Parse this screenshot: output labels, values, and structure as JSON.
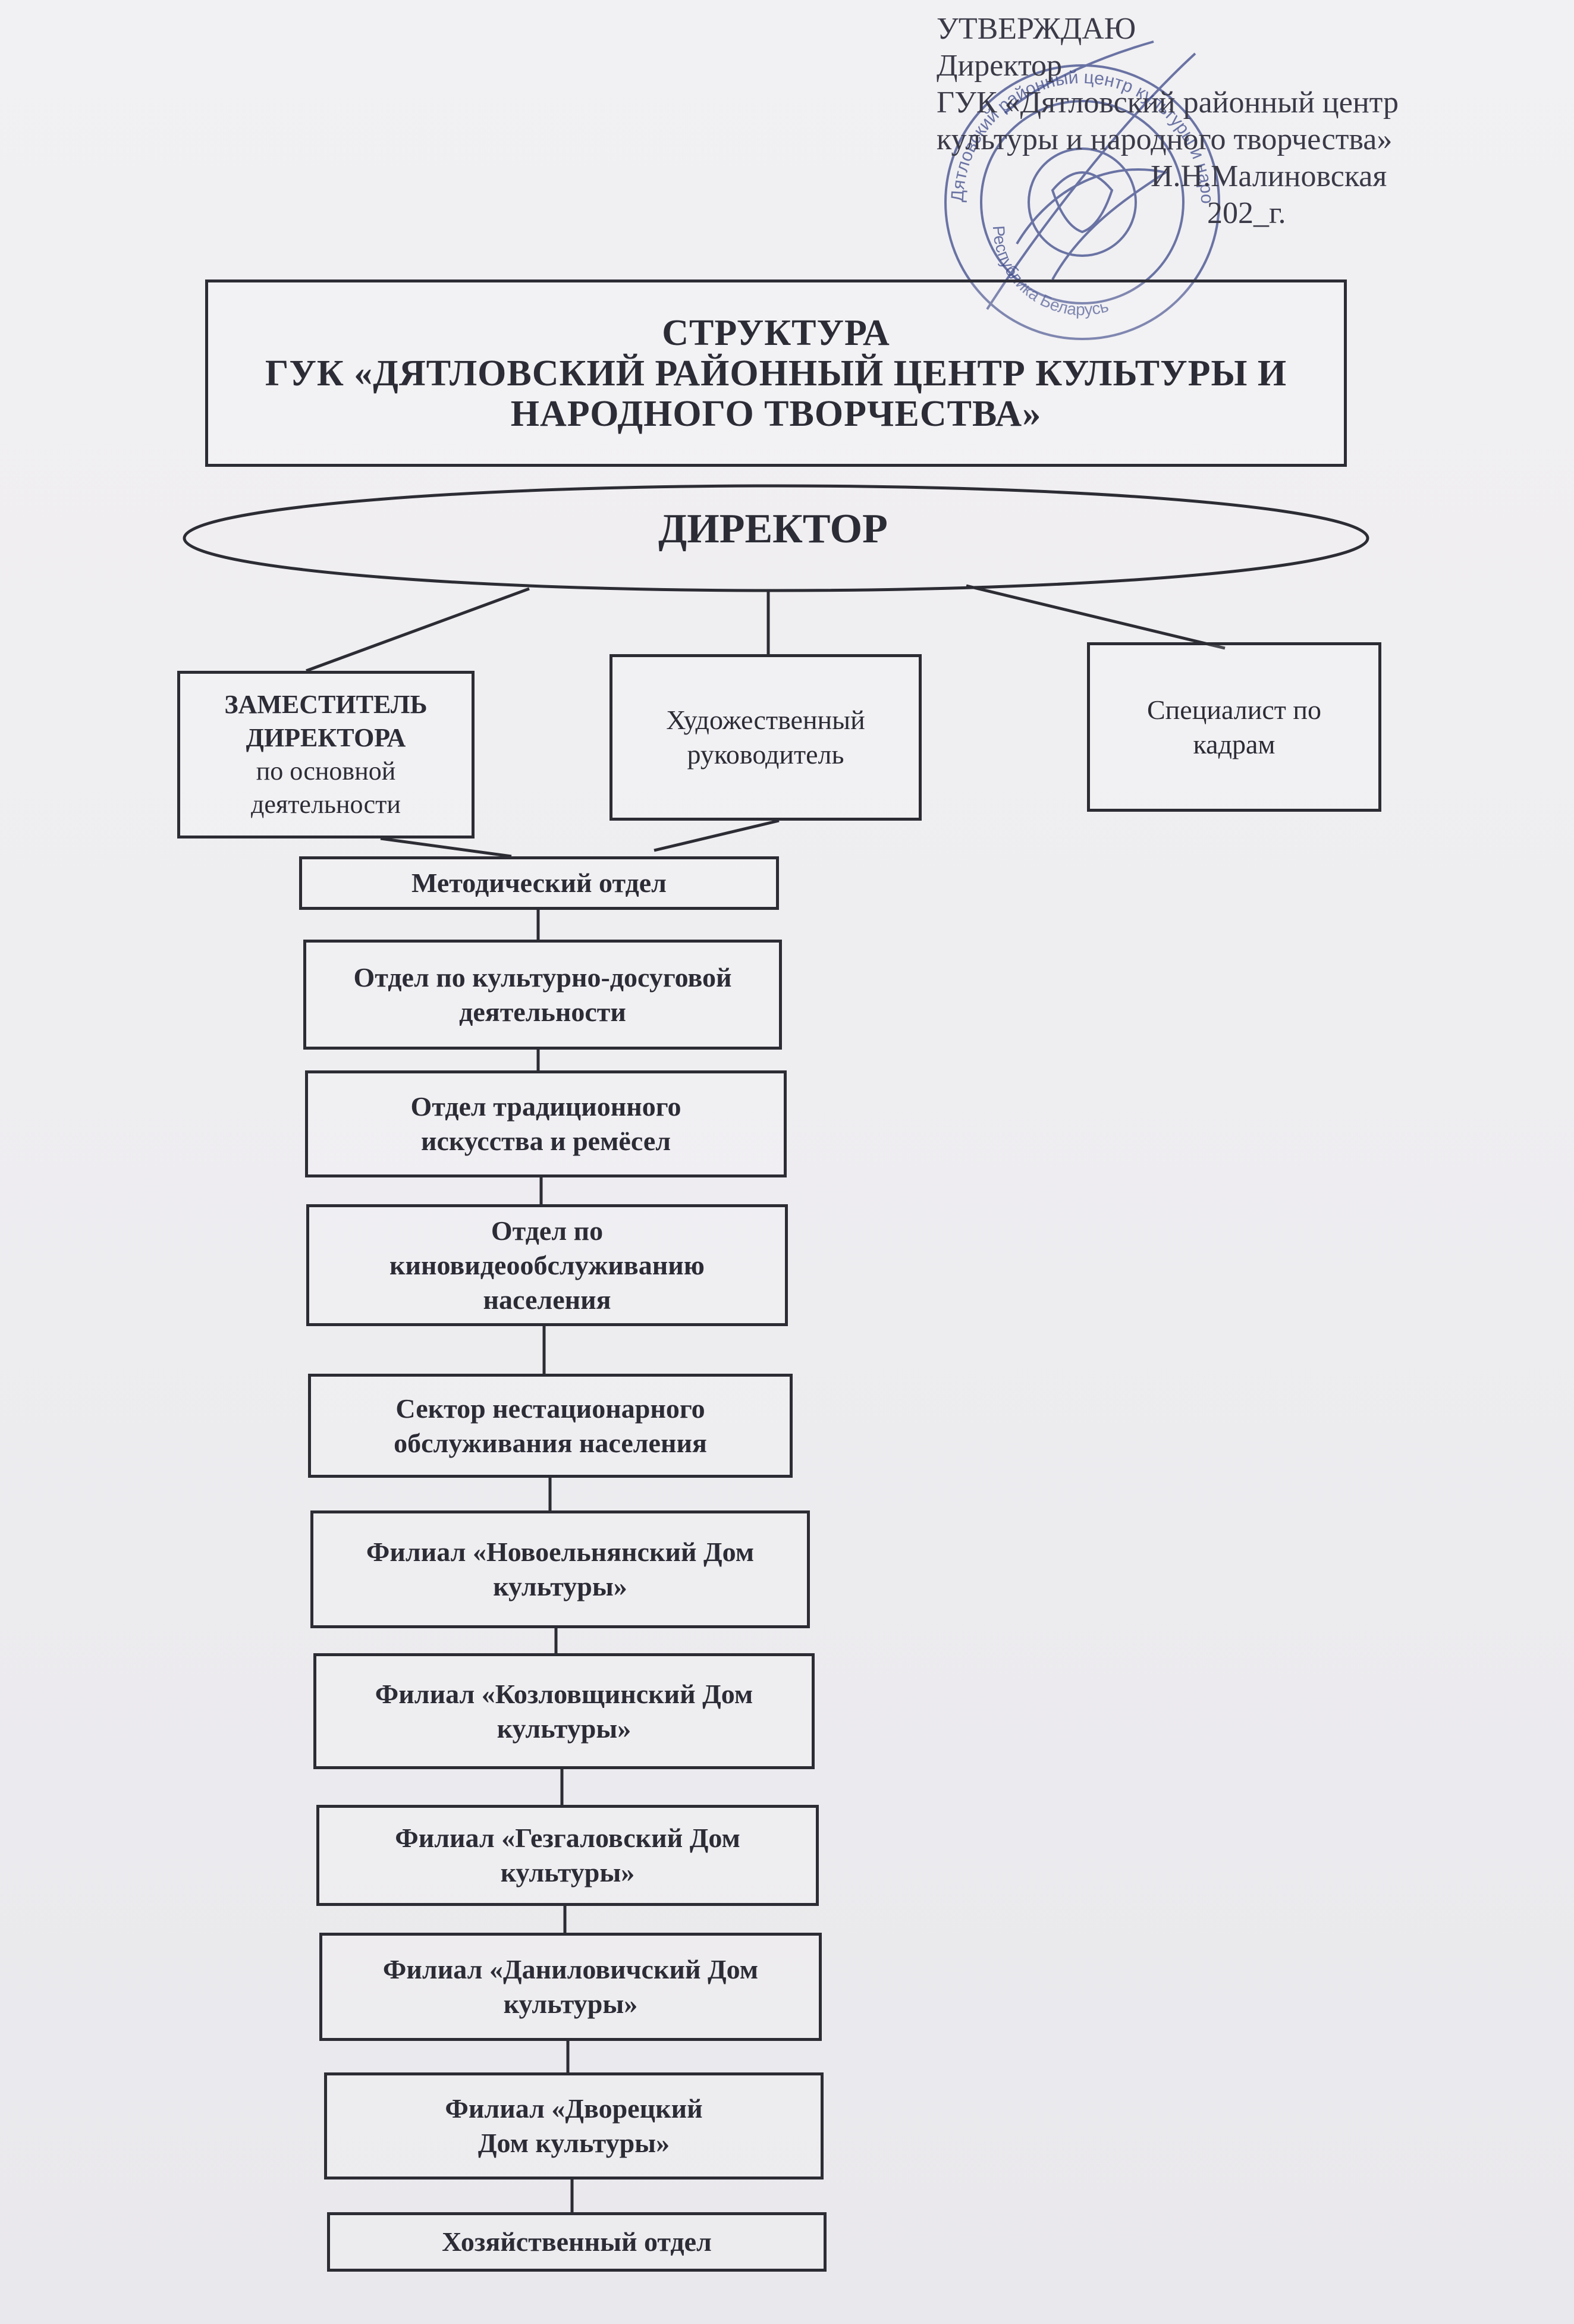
{
  "approval": {
    "approve": "УТВЕРЖДАЮ",
    "position": "Директор",
    "org_line1": "ГУК «Дятловский районный центр",
    "org_line2": "культуры и народного творчества»",
    "name": "И.Н.Малиновская",
    "date": "202_г."
  },
  "title": {
    "line1": "СТРУКТУРА",
    "line2": "ГУК «ДЯТЛОВСКИЙ РАЙОННЫЙ ЦЕНТР КУЛЬТУРЫ И",
    "line3": "НАРОДНОГО ТВОРЧЕСТВА»"
  },
  "director": "ДИРЕКТОР",
  "deputy": {
    "line1": "ЗАМЕСТИТЕЛЬ",
    "line2": "ДИРЕКТОРА",
    "line3": "по основной",
    "line4": "деятельности"
  },
  "artistic": {
    "line1": "Художественный",
    "line2": "руководитель"
  },
  "hr": {
    "line1": "Специалист по",
    "line2": "кадрам"
  },
  "departments": [
    {
      "lines": [
        "Методический отдел"
      ]
    },
    {
      "lines": [
        "Отдел по культурно-досуговой",
        "деятельности"
      ]
    },
    {
      "lines": [
        "Отдел традиционного",
        "искусства и ремёсел"
      ]
    },
    {
      "lines": [
        "Отдел по",
        "киновидеообслуживанию",
        "населения"
      ]
    },
    {
      "lines": [
        "Сектор нестационарного",
        "обслуживания населения"
      ]
    },
    {
      "lines": [
        "Филиал «Новоельнянский Дом",
        "культуры»"
      ]
    },
    {
      "lines": [
        "Филиал «Козловщинский Дом",
        "культуры»"
      ]
    },
    {
      "lines": [
        "Филиал «Гезгаловский Дом",
        "культуры»"
      ]
    },
    {
      "lines": [
        "Филиал «Даниловичский Дом",
        "культуры»"
      ]
    },
    {
      "lines": [
        "Филиал «Дворецкий",
        "Дом культуры»"
      ]
    },
    {
      "lines": [
        "Хозяйственный отдел"
      ]
    }
  ],
  "stamp": {
    "outer_text": "Дятловский районный центр культуры и народного творчества",
    "inner_text": "Республика Беларусь",
    "color": "#3d4a8a"
  },
  "colors": {
    "ink": "#2c2c34",
    "paper": "#efeef1",
    "stamp_ink": "#3d4a8a"
  }
}
